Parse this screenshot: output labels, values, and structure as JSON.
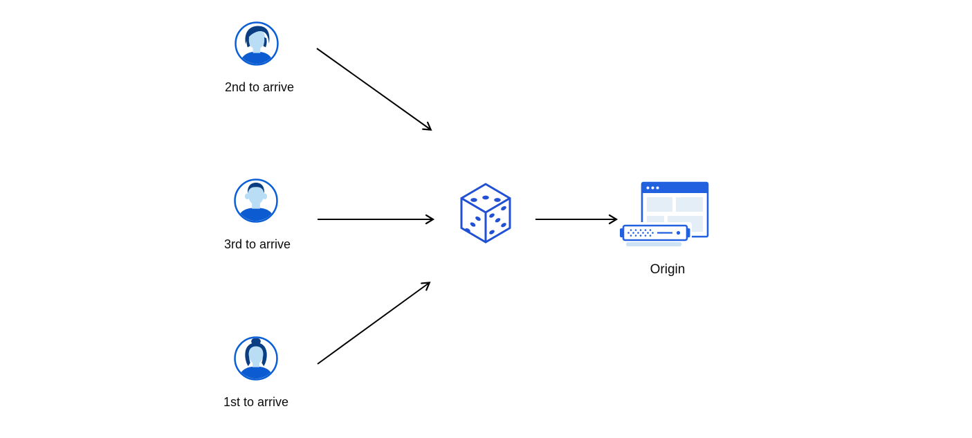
{
  "diagram": {
    "description": "Three visitors arrive in different orders, pass through a randomizer (dice), and are forwarded to the origin server",
    "nodes": {
      "user_second": {
        "label": "2nd to arrive",
        "icon": "user-avatar-man-icon"
      },
      "user_third": {
        "label": "3rd to arrive",
        "icon": "user-avatar-man-short-hair-icon"
      },
      "user_first": {
        "label": "1st to arrive",
        "icon": "user-avatar-woman-icon"
      },
      "randomizer": {
        "label": "",
        "icon": "dice-icon"
      },
      "origin": {
        "label": "Origin",
        "icon": "origin-server-browser-icon"
      }
    },
    "edges": [
      {
        "from": "user_second",
        "to": "randomizer"
      },
      {
        "from": "user_third",
        "to": "randomizer"
      },
      {
        "from": "user_first",
        "to": "randomizer"
      },
      {
        "from": "randomizer",
        "to": "origin"
      }
    ],
    "colors": {
      "accent_blue": "#2161e0",
      "ring_blue": "#0b5fd6",
      "dice_blue": "#2150d3",
      "hair_navy": "#0a3d82",
      "shirt_blue": "#0d5bd0",
      "face_light_blue": "#b9ddf4",
      "panel_fill": "#e4eef7",
      "server_base_fill": "#cde2f5",
      "arrow_black": "#000000",
      "text_black": "#0b0b0c",
      "background": "#ffffff"
    }
  }
}
